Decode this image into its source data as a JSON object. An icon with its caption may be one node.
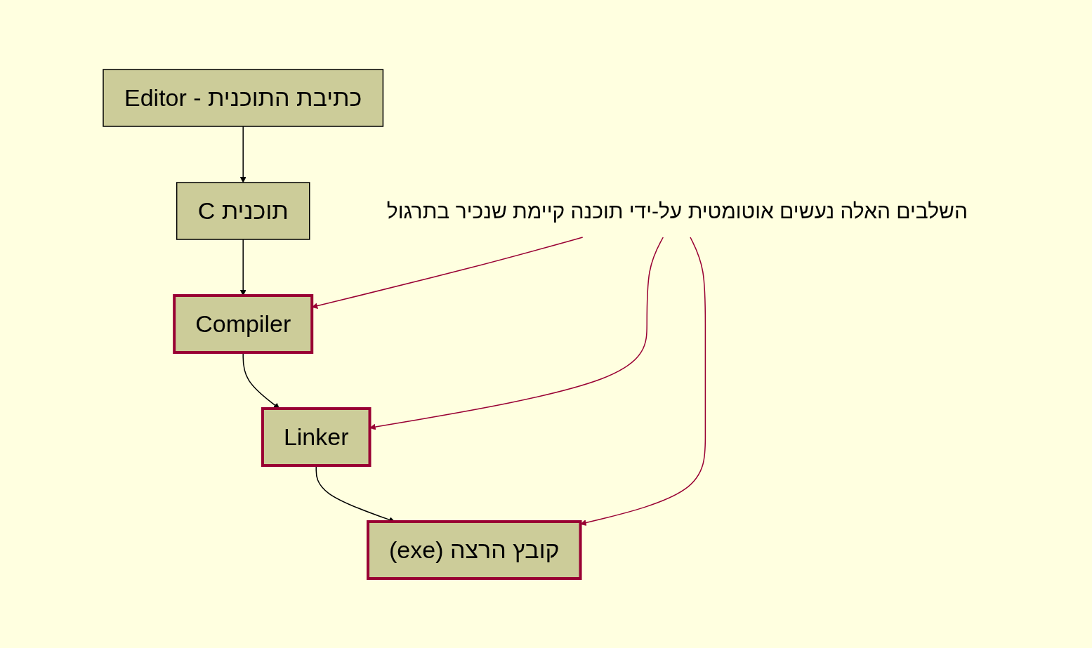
{
  "diagram": {
    "nodes": [
      {
        "text": [
          "תוכנית C"
        ]
      },
      {
        "text": [
          "כתיבת התוכנית - Editor"
        ]
      },
      {
        "text": [
          "Compiler"
        ]
      },
      {
        "text": [
          "Linker"
        ]
      },
      {
        "text": [
          "קובץ הרצה (exe)"
        ]
      },
      {
        "text": [
          "השלבים האלה נעשים אוטומטית על-ידי תוכנה קיימת שנכיר בתרגול"
        ]
      }
    ],
    "edges": [
      {
        "from": 1,
        "to": 0,
        "arrow": "to"
      },
      {
        "from": 0,
        "to": 2,
        "arrow": "to"
      },
      {
        "from": 2,
        "to": 3,
        "arrow": "to"
      },
      {
        "from": 3,
        "to": 4,
        "arrow": "to"
      },
      {
        "from": 5,
        "to": 2,
        "arrow": "to",
        "color": "#990033"
      },
      {
        "from": 5,
        "to": 3,
        "arrow": "to",
        "color": "#990033"
      },
      {
        "from": 5,
        "to": 4,
        "arrow": "to",
        "color": "#990033"
      }
    ]
  }
}
